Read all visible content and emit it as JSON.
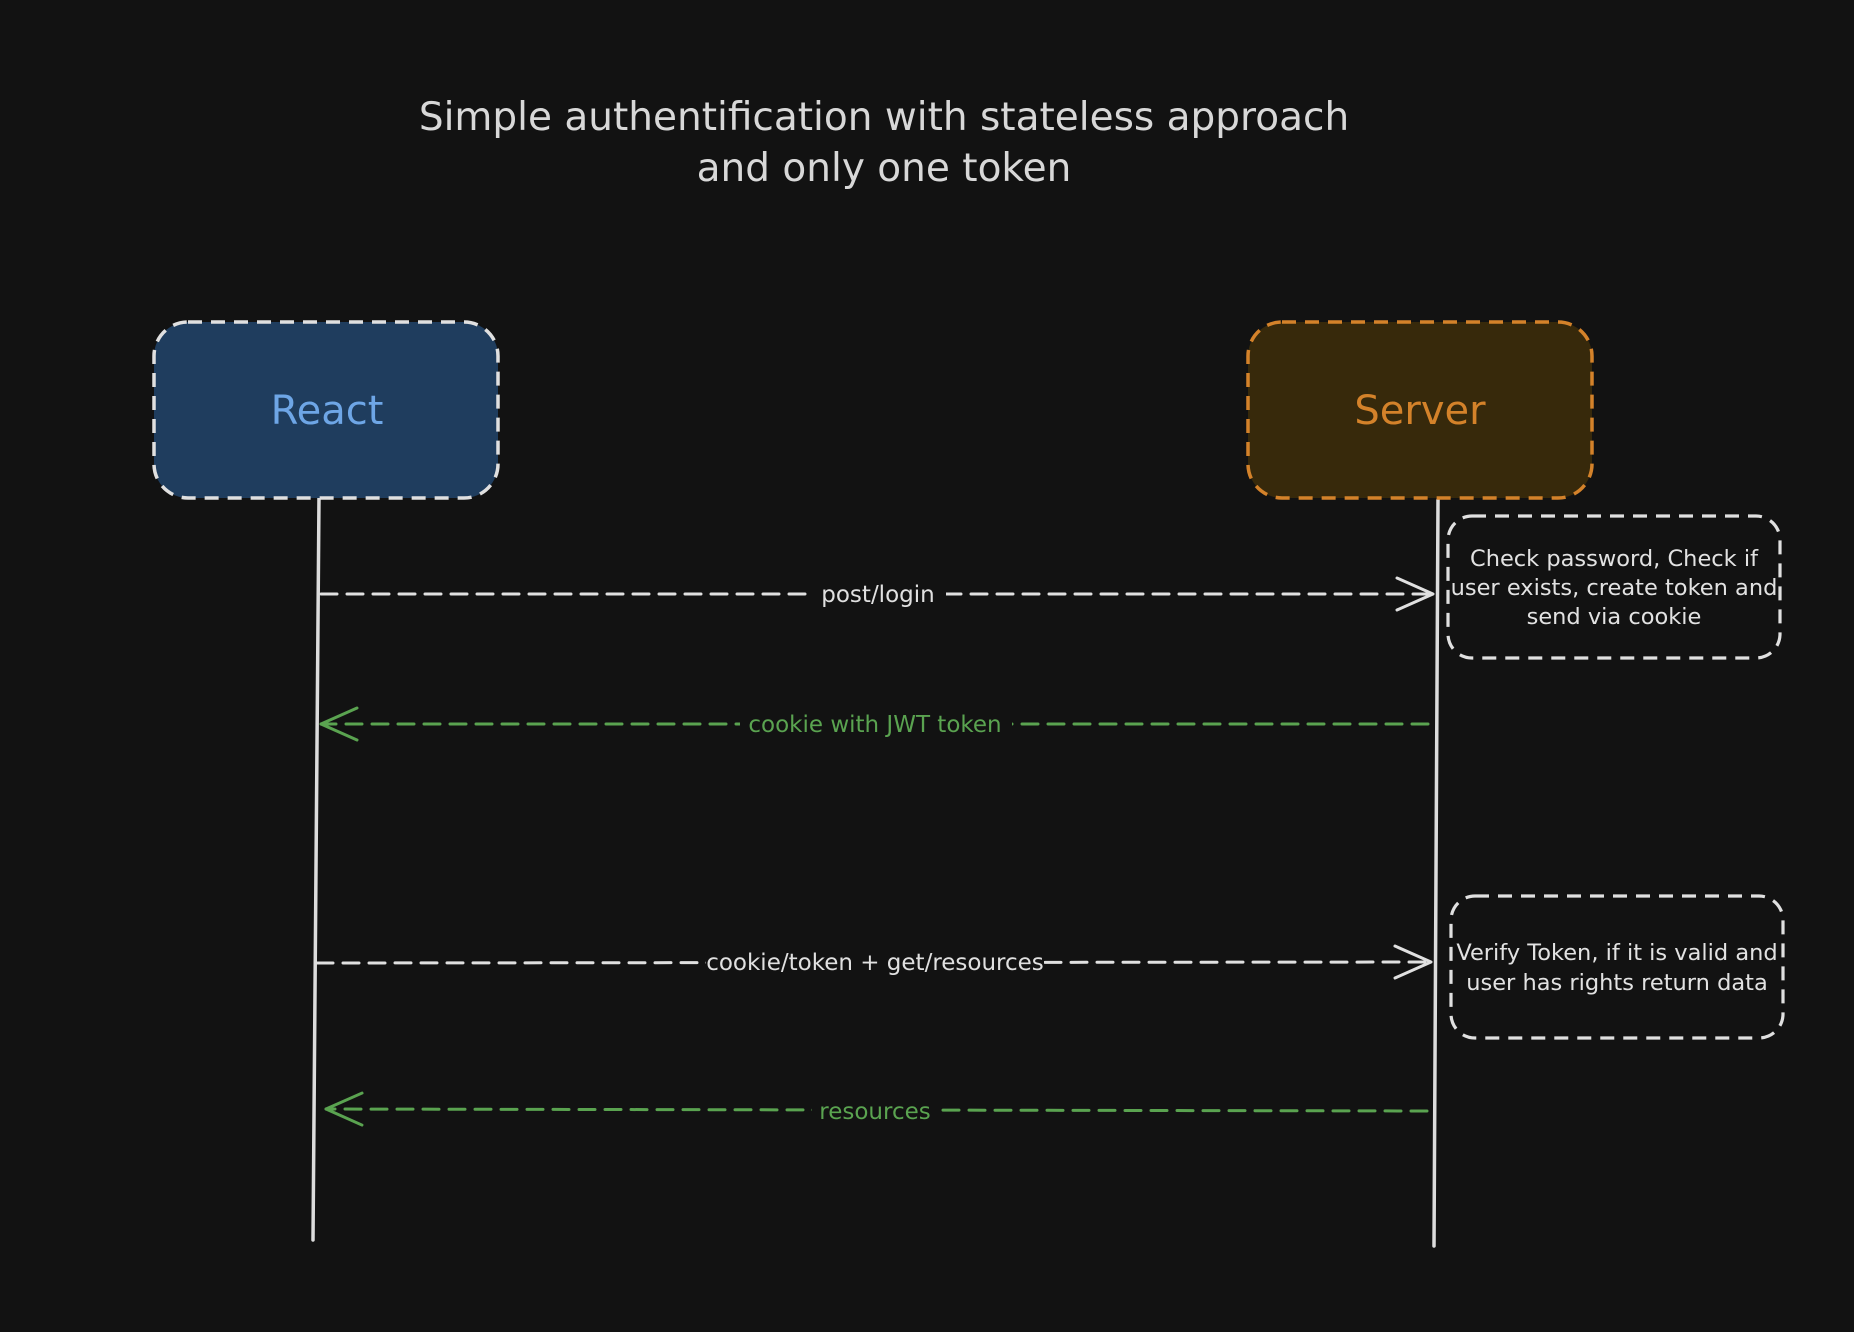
{
  "title": {
    "line1": "Simple authentification with stateless approach",
    "line2": "and only one token"
  },
  "actors": {
    "client": {
      "label": "React",
      "text_color": "#6ea6e6",
      "fill_color": "#1f3d5e",
      "border_color": "#e0e0e0"
    },
    "server": {
      "label": "Server",
      "text_color": "#d4822a",
      "fill_color": "#37290b",
      "border_color": "#d4822a"
    }
  },
  "messages": [
    {
      "label": "post/login",
      "direction": "client-to-server",
      "color": "#e0e0e0"
    },
    {
      "label": "cookie with JWT token",
      "direction": "server-to-client",
      "color": "#5aa350"
    },
    {
      "label": "cookie/token + get/resources",
      "direction": "client-to-server",
      "color": "#e0e0e0"
    },
    {
      "label": "resources",
      "direction": "server-to-client",
      "color": "#5aa350"
    }
  ],
  "notes": [
    {
      "lines": [
        "Check password, Check if",
        "user exists, create token and",
        "send via cookie"
      ]
    },
    {
      "lines": [
        "Verify Token, if it is valid and",
        "user has rights return data"
      ]
    }
  ]
}
